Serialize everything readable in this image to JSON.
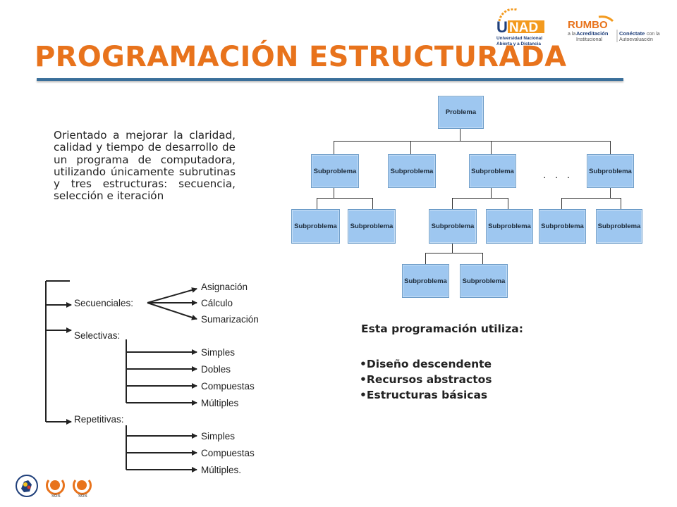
{
  "title": "PROGRAMACIÓN ESTRUCTURADA",
  "intro": "Orientado a mejorar la claridad, calidad y tiempo de desarrollo de un programa de computadora, utilizando únicamente subrutinas y tres estructuras: secuencia, selección e iteración",
  "logos": {
    "unad_name": "UNAD",
    "unad_sub1": "Universidad Nacional",
    "unad_sub2": "Abierta y a Distancia",
    "rumbo": "RUMBO",
    "rumbo_line1": "a la",
    "rumbo_line1b": "Acreditación",
    "rumbo_line2": "Institucional",
    "conectate": "Conéctate",
    "conectate_b": "con la",
    "autoevaluacion": "Autoevaluación"
  },
  "tree": {
    "root": "Problema",
    "node": "Subproblema",
    "ellipsis": ". . ."
  },
  "structures": {
    "secuenciales": "Secuenciales:",
    "seq_items": [
      "Asignación",
      "Cálculo",
      "Sumarización"
    ],
    "selectivas": "Selectivas:",
    "sel_items": [
      "Simples",
      "Dobles",
      "Compuestas",
      "Múltiples"
    ],
    "repetitivas": "Repetitivas:",
    "rep_items": [
      "Simples",
      "Compuestas",
      "Múltiples."
    ]
  },
  "uses": {
    "heading": "Esta programación utiliza:",
    "items": [
      "•Diseño descendente",
      "•Recursos abstractos",
      "•Estructuras básicas"
    ]
  },
  "footer": {
    "badge1": "SGS",
    "badge2": "SGS"
  }
}
